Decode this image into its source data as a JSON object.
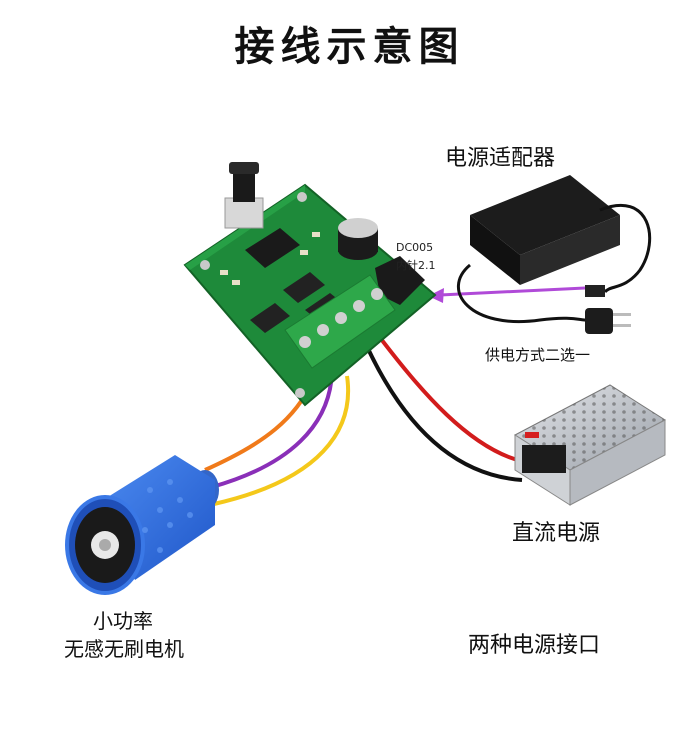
{
  "title": "接线示意图",
  "adapter": {
    "label": "电源适配器"
  },
  "dc_jack": {
    "line1": "DC005",
    "line2": "内针2.1"
  },
  "supply_choice": "供电方式二选一",
  "psu": {
    "label": "直流电源"
  },
  "motor": {
    "line1": "小功率",
    "line2": "无感无刷电机"
  },
  "footer_note": "两种电源接口",
  "colors": {
    "pcb": "#1e8a3a",
    "wire_orange": "#f07a1a",
    "wire_purple": "#8a2fb8",
    "wire_yellow": "#f4c81a",
    "wire_red": "#d21c1c",
    "wire_black": "#111111",
    "arrow": "#b04ad8",
    "motor_blue": "#2f6fe0"
  }
}
